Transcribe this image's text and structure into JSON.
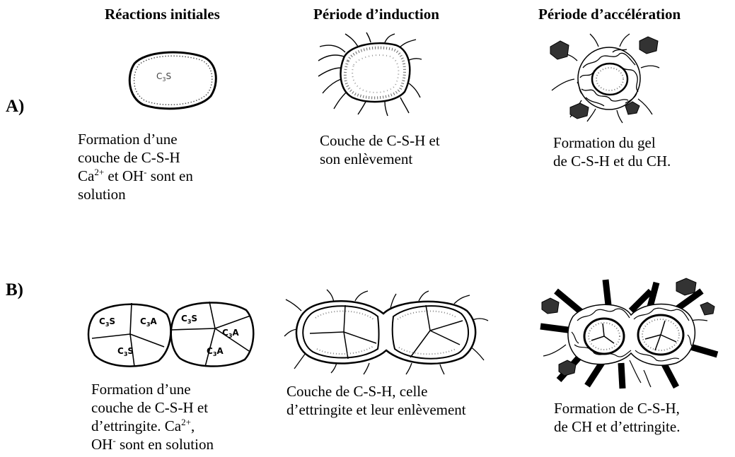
{
  "headers": {
    "col1": "Réactions initiales",
    "col2": "Période d’induction",
    "col3": "Période d’accélération"
  },
  "rows": {
    "a_label": "A)",
    "b_label": "B)"
  },
  "diagram_labels": {
    "a1_particle": "C3S",
    "b1_cells": [
      "C3S",
      "C3A",
      "C3S",
      "C3S",
      "C3A",
      "C3A"
    ]
  },
  "captions": {
    "a1": {
      "line1": "Formation d’une",
      "line2": "couche de C-S-H",
      "line3_ca": "Ca",
      "line3_ca_sup": "2+",
      "line3_mid": " et OH",
      "line3_oh_sup": "-",
      "line3_end": " sont en",
      "line4": "solution"
    },
    "a2": {
      "line1": "Couche de C-S-H et",
      "line2": "son enlèvement"
    },
    "a3": {
      "line1": "Formation du gel",
      "line2": "de C-S-H et du CH."
    },
    "b1": {
      "line1": "Formation d’une",
      "line2": "couche de C-S-H et",
      "line3_start": "d’ettringite. Ca",
      "line3_sup": "2+",
      "line3_end": ",",
      "line4_start": "OH",
      "line4_sup": "-",
      "line4_end": " sont en solution"
    },
    "b2": {
      "line1": "Couche de C-S-H, celle",
      "line2": "d’ettringite et leur enlèvement"
    },
    "b3": {
      "line1": "Formation de C-S-H,",
      "line2": "de CH et d’ettringite."
    }
  }
}
